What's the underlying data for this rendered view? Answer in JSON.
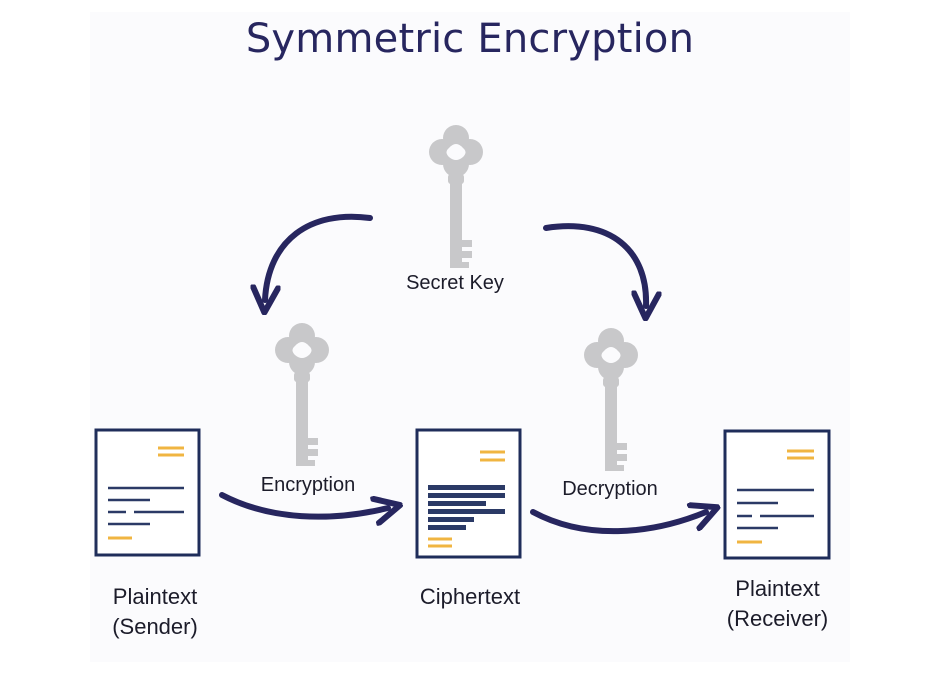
{
  "title": "Symmetric Encryption",
  "labels": {
    "secret_key": "Secret Key",
    "encryption": "Encryption",
    "decryption": "Decryption",
    "plaintext_sender_line1": "Plaintext",
    "plaintext_sender_line2": "(Sender)",
    "ciphertext": "Ciphertext",
    "plaintext_receiver_line1": "Plaintext",
    "plaintext_receiver_line2": "(Receiver)"
  },
  "colors": {
    "title": "#27265f",
    "arrow": "#27265f",
    "doc_border": "#1f2d5a",
    "doc_line_dark": "#2b3a66",
    "doc_line_accent": "#f0b541",
    "key": "#c8c8ca"
  },
  "icons": [
    "key-icon",
    "document-icon",
    "curved-arrow-icon"
  ]
}
